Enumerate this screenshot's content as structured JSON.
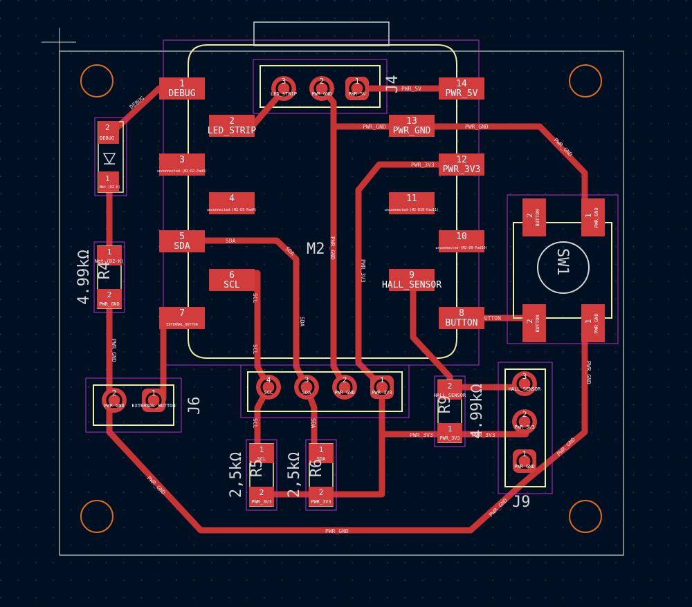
{
  "module": {
    "ref": "M2",
    "pads": [
      {
        "num": "1",
        "name": "DEBUG"
      },
      {
        "num": "2",
        "name": "LED_STRIP"
      },
      {
        "num": "3",
        "name": "unconnected-(M2-D2-Pad3)"
      },
      {
        "num": "4",
        "name": "unconnected-(M2-D3-Pad4)"
      },
      {
        "num": "5",
        "name": "SDA"
      },
      {
        "num": "6",
        "name": "SCL"
      },
      {
        "num": "7",
        "name": "EXTERNAL_BUTTON"
      },
      {
        "num": "8",
        "name": "BUTTON"
      },
      {
        "num": "9",
        "name": "HALL_SENSOR"
      },
      {
        "num": "10",
        "name": "unconnected-(M2-D9-Pad10)"
      },
      {
        "num": "11",
        "name": "unconnected-(M2-D10-Pad11)"
      },
      {
        "num": "12",
        "name": "PWR_3V3"
      },
      {
        "num": "13",
        "name": "PWR_GND"
      },
      {
        "num": "14",
        "name": "PWR_5V"
      }
    ]
  },
  "j_top": {
    "ref": "J4",
    "pins": [
      {
        "num": "3",
        "name": "LED_STRIP"
      },
      {
        "num": "2",
        "name": "PWR_GND"
      },
      {
        "num": "1",
        "name": "PWR_5V"
      }
    ]
  },
  "j_i2c": {
    "pins": [
      {
        "num": "4",
        "name": "SCL"
      },
      {
        "num": "3",
        "name": "SDA"
      },
      {
        "num": "2",
        "name": "PWR_GND"
      },
      {
        "num": "1",
        "name": "PWR_3V3"
      }
    ]
  },
  "j6": {
    "ref": "J6",
    "pins": [
      {
        "num": "2",
        "name": "PWR_GND"
      },
      {
        "num": "1",
        "name": "EXTERNAL_BUTTON"
      }
    ]
  },
  "j9": {
    "ref": "J9",
    "pins": [
      {
        "num": "3",
        "name": "HALL_SENSOR"
      },
      {
        "num": "2",
        "name": "PWR_3V3"
      },
      {
        "num": "1",
        "name": "PWR_GND"
      }
    ]
  },
  "sw1": {
    "ref": "SW1",
    "pads": [
      {
        "num": "2",
        "name": "BUTTON"
      },
      {
        "num": "1",
        "name": "PWR_GND"
      },
      {
        "num": "2",
        "name": "BUTTON"
      },
      {
        "num": "1",
        "name": "PWR_GND"
      }
    ]
  },
  "d_led": {
    "pad2_num": "2",
    "pad2_name": "DEBUG",
    "pad1_num": "1",
    "pad1_name": "Net-(D2-K)"
  },
  "r4": {
    "ref": "R4",
    "value": "4.99kΩ",
    "p1": "1",
    "p1_name": "Net-(D2-K)",
    "p2": "2",
    "p2_name": "PWR_GND"
  },
  "r5": {
    "ref": "R5",
    "value": "2,5kΩ",
    "p1": "1",
    "p1_name": "SCL",
    "p2": "2",
    "p2_name": "PWR_3V3"
  },
  "r6": {
    "ref": "R6",
    "value": "2,5kΩ",
    "p1": "1",
    "p1_name": "SDA",
    "p2": "2",
    "p2_name": "PWR_3V3"
  },
  "r9": {
    "ref": "R9",
    "value": "4.99kΩ",
    "p2": "2",
    "p2_name": "HALL_SENSOR",
    "p1": "1",
    "p1_name": "PWR_3V3"
  },
  "nets": {
    "debug": "DEBUG",
    "pwr_5v": "PWR_5V",
    "pwr_gnd": "PWR_GND",
    "pwr_3v3": "PWR_3V3",
    "sda": "SDA",
    "scl": "SCL",
    "button": "BUTTON"
  },
  "colors": {
    "background": "#001023",
    "copper": "#c83434",
    "pad": "#d23c3c",
    "silkscreen": "#f2eda1",
    "courtyard": "#c32dc3",
    "edge": "#d0d2cd",
    "hole": "#e06d1e"
  }
}
